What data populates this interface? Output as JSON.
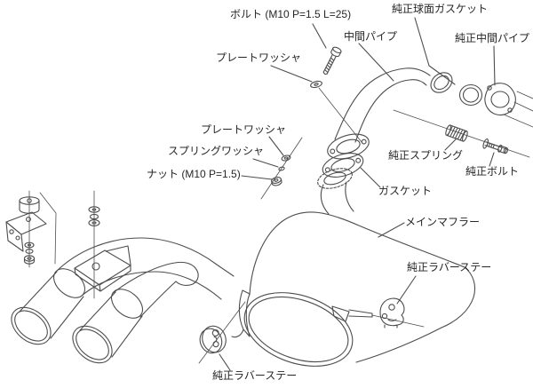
{
  "diagram": {
    "labels": {
      "bolt": "ボルト (M10 P=1.5 L=25)",
      "plate_washer_top": "プレートワッシャ",
      "mid_pipe": "中間パイプ",
      "oem_spherical_gasket": "純正球面ガスケット",
      "oem_mid_pipe": "純正中間パイプ",
      "plate_washer_left": "プレートワッシャ",
      "spring_washer": "スプリングワッシャ",
      "nut": "ナット (M10 P=1.5)",
      "oem_spring": "純正スプリング",
      "oem_bolt": "純正ボルト",
      "gasket": "ガスケット",
      "main_muffler": "メインマフラー",
      "oem_rubber_stay_right": "純正ラバーステー",
      "oem_rubber_stay_bottom": "純正ラバーステー"
    },
    "colors": {
      "background": "#ffffff",
      "line": "#4d4d4d",
      "text": "#262626"
    }
  }
}
